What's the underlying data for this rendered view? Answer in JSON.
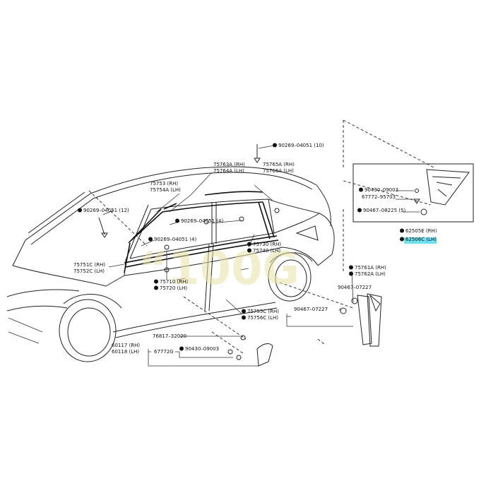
{
  "watermark": "“100G",
  "highlight_color": "#6fe0f0",
  "callouts": [
    {
      "id": "c1",
      "lines": [
        "90269–04051 (10)"
      ],
      "bullet": true
    },
    {
      "id": "c2",
      "lines": [
        "90269–04051 (12)"
      ],
      "bullet": true
    },
    {
      "id": "c3",
      "lines": [
        "75763A (RH)",
        "75764A (LH)"
      ],
      "bullet": false
    },
    {
      "id": "c4",
      "lines": [
        "75753 (RH)",
        "75754A (LH)"
      ],
      "bullet": false
    },
    {
      "id": "c5",
      "lines": [
        "75765A (RH)",
        "75766A (LH)"
      ],
      "bullet": false
    },
    {
      "id": "c6",
      "lines": [
        "90269–04051 (4)"
      ],
      "bullet": true
    },
    {
      "id": "c7",
      "lines": [
        "90269–04051 (4)"
      ],
      "bullet": true
    },
    {
      "id": "c8",
      "lines": [
        "75730 (RH)",
        "75740 (LH)"
      ],
      "bullet": true
    },
    {
      "id": "c9",
      "lines": [
        "75751C (RH)",
        "75752C (LH)"
      ],
      "bullet": false
    },
    {
      "id": "c10",
      "lines": [
        "75710 (RH)",
        "75720 (LH)"
      ],
      "bullet": true
    },
    {
      "id": "c11",
      "lines": [
        "75761A (RH)",
        "75762A (LH)"
      ],
      "bullet": true
    },
    {
      "id": "c12",
      "lines": [
        "90467–07227"
      ],
      "bullet": false
    },
    {
      "id": "c13",
      "lines": [
        "90467–07227"
      ],
      "bullet": false
    },
    {
      "id": "c14",
      "lines": [
        "75755C (RH)",
        "75756C (LH)"
      ],
      "bullet": true
    },
    {
      "id": "c15",
      "lines": [
        "76817–32020"
      ],
      "bullet": false
    },
    {
      "id": "c16",
      "lines": [
        "60117 (RH)",
        "60118 (LH)"
      ],
      "bullet": false
    },
    {
      "id": "c17",
      "lines": [
        "67772G"
      ],
      "bullet": false
    },
    {
      "id": "c18",
      "lines": [
        "90430–09003"
      ],
      "bullet": true
    },
    {
      "id": "c19",
      "lines": [
        "90430–09003"
      ],
      "bullet": true
    },
    {
      "id": "c20",
      "lines": [
        "67772–95703"
      ],
      "bullet": false
    },
    {
      "id": "c21",
      "lines": [
        "90467–08225 (5)"
      ],
      "bullet": true
    },
    {
      "id": "c22",
      "lines": [
        "62505E (RH)"
      ],
      "bullet": true
    },
    {
      "id": "c23",
      "lines": [
        "62506C (LH)"
      ],
      "bullet": true,
      "highlight": true
    }
  ]
}
